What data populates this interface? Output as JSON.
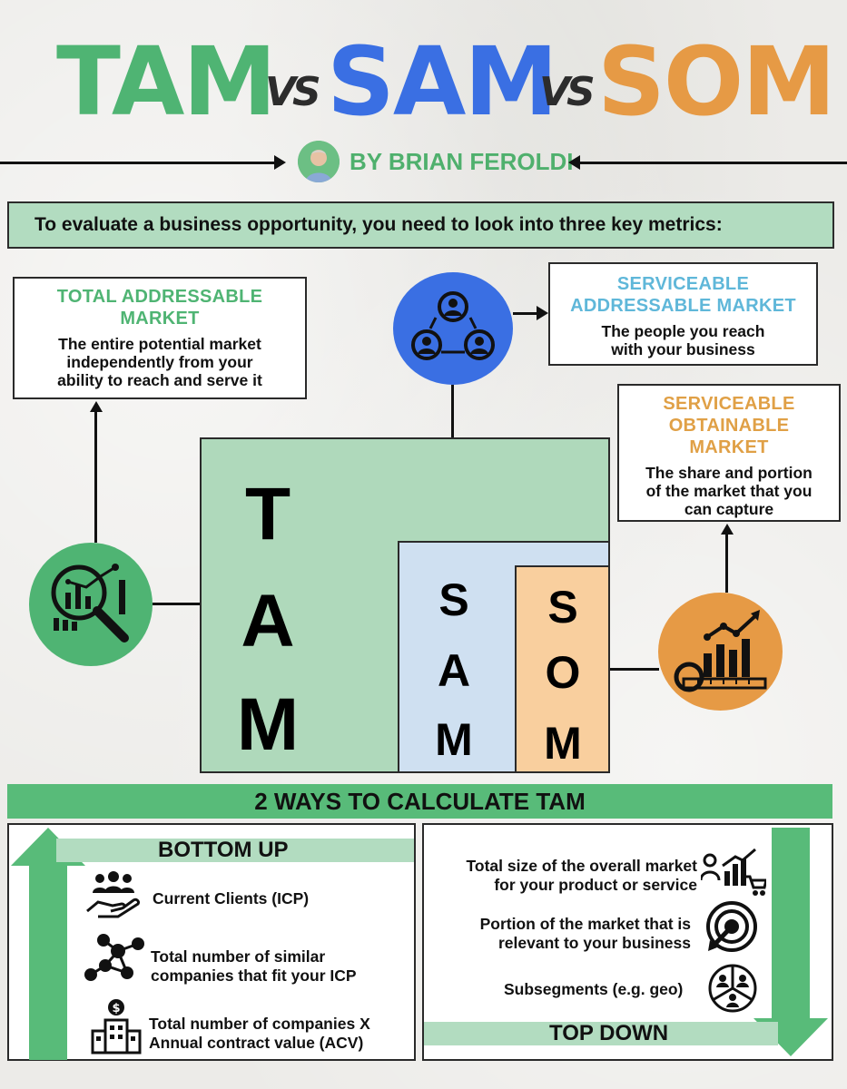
{
  "title": {
    "word1": "TAM",
    "vs1": "VS",
    "word2": "SAM",
    "vs2": "VS",
    "word3": "SOM"
  },
  "byline": "BY BRIAN FEROLDI",
  "intro": "To evaluate a business opportunity, you need to look into three key metrics:",
  "tam_def": {
    "title_line1": "TOTAL ADDRESSABLE",
    "title_line2": "MARKET",
    "text_line1": "The entire potential market",
    "text_line2": "independently from your",
    "text_line3": "ability to reach and serve it"
  },
  "sam_def": {
    "title_line1": "SERVICEABLE",
    "title_line2": "ADDRESSABLE MARKET",
    "text_line1": "The people you reach",
    "text_line2": "with your business"
  },
  "som_def": {
    "title_line1": "SERVICEABLE",
    "title_line2": "OBTAINABLE",
    "title_line3": "MARKET",
    "text_line1": "The share and portion",
    "text_line2": "of the market that you",
    "text_line3": "can capture"
  },
  "blocks": {
    "tam": [
      "T",
      "A",
      "M"
    ],
    "sam": [
      "S",
      "A",
      "M"
    ],
    "som": [
      "S",
      "O",
      "M"
    ]
  },
  "banner": "2 WAYS TO CALCULATE TAM",
  "bottom_up": {
    "title": "BOTTOM UP",
    "item1": "Current Clients (ICP)",
    "item2_line1": "Total number of similar",
    "item2_line2": "companies that fit your ICP",
    "item3_line1": "Total number of companies X",
    "item3_line2": "Annual contract value (ACV)"
  },
  "top_down": {
    "title": "TOP DOWN",
    "item1_line1": "Total size of the overall market",
    "item1_line2": "for your product or service",
    "item2_line1": "Portion of the market that is",
    "item2_line2": "relevant to your business",
    "item3": "Subsegments (e.g. geo)"
  },
  "colors": {
    "tam": "#4fb473",
    "sam": "#3a6fe3",
    "som": "#e69a45",
    "tam_light": "#afd9bb",
    "sam_light": "#cfe0f1",
    "som_light": "#f9cf9e",
    "sam_title": "#5fb7d9",
    "som_title": "#e0a046"
  },
  "icons": {
    "avatar": "author-photo",
    "tam": "magnifier-chart-icon",
    "sam": "people-network-icon",
    "som": "growth-chart-icon"
  }
}
